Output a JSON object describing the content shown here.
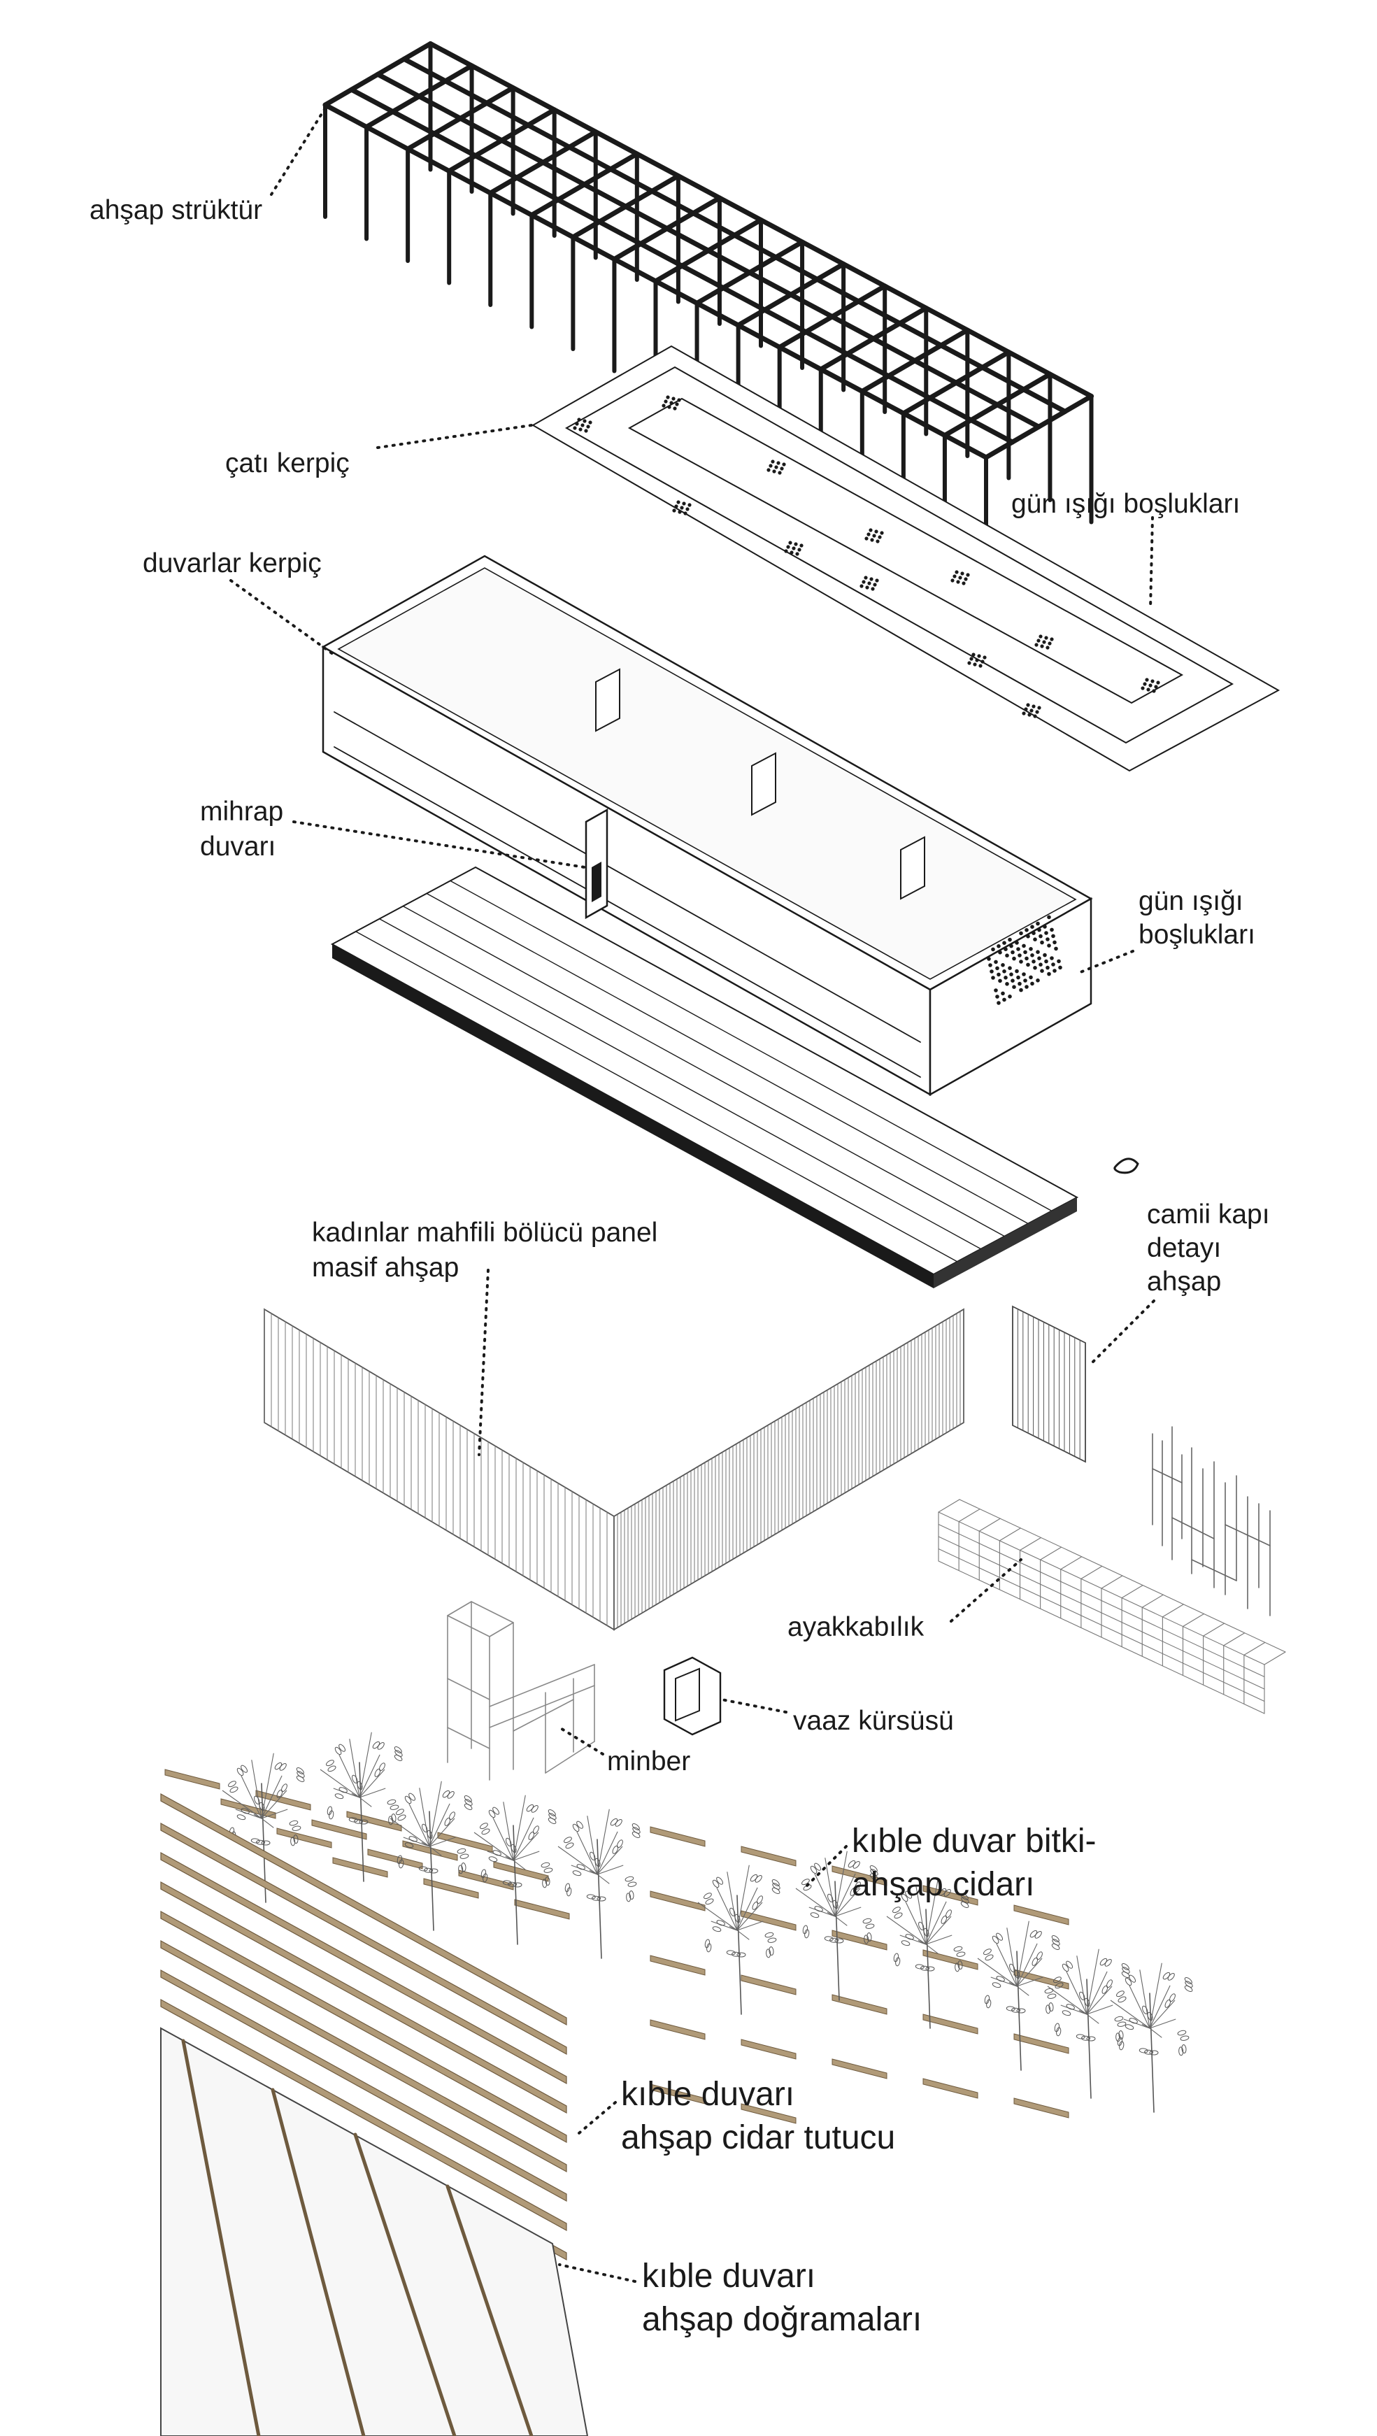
{
  "labels": {
    "ahsap_struktur": "ahşap strüktür",
    "cati_kerpic": "çatı kerpiç",
    "gun_isigi_1": "gün ışığı boşlukları",
    "duvarlar_kerpic": "duvarlar kerpiç",
    "mihrap_1": "mihrap",
    "mihrap_2": "duvarı",
    "gun_isigi_2a": "gün ışığı",
    "gun_isigi_2b": "boşlukları",
    "kadinlar_1": "kadınlar mahfili bölücü panel",
    "kadinlar_2": "masif ahşap",
    "camii_1": "camii kapı",
    "camii_2": "detayı",
    "camii_3": "ahşap",
    "ayakkabilik": "ayakkabılık",
    "vaaz": "vaaz kürsüsü",
    "minber": "minber",
    "kible_bitki_1": "kıble duvar bitki-",
    "kible_bitki_2": "ahşap cidarı",
    "kible_tutucu_1": "kıble duvarı",
    "kible_tutucu_2": "ahşap cidar tutucu",
    "kible_dograma_1": "kıble duvarı",
    "kible_dograma_2": "ahşap doğramaları"
  },
  "colors": {
    "ink": "#1a1a1a",
    "wood": "#b09a78",
    "wood_dark": "#6e5a3e",
    "glass": "#f7f7f7"
  }
}
